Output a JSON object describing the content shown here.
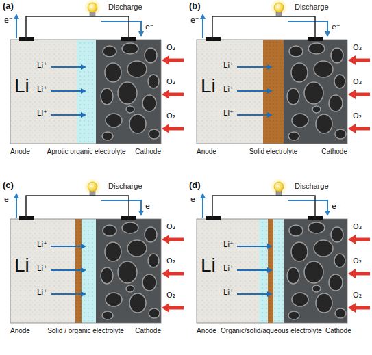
{
  "diagram": {
    "nodes": [
      {
        "text": [
          "Li",
          "Li⁺",
          "Li⁺",
          "Li⁺",
          "Anode"
        ]
      },
      {
        "text": [
          "Aprotic organic electrolyte"
        ]
      },
      {
        "text": [
          "Cathode"
        ]
      },
      {
        "text": [
          "Li",
          "Li⁺",
          "Li⁺",
          "Li⁺",
          "Anode"
        ]
      },
      {
        "text": [
          "Solid electrolyte"
        ]
      },
      {
        "text": [
          "Cathode"
        ]
      },
      {
        "text": [
          "Li",
          "Li⁺",
          "Li⁺",
          "Li⁺",
          "Anode"
        ]
      },
      {
        "text": [
          "Solid / organic electrolyte"
        ]
      },
      {
        "text": [
          "Cathode"
        ]
      },
      {
        "text": [
          "Li",
          "Li⁺",
          "Li⁺",
          "Li⁺",
          "Anode"
        ]
      },
      {
        "text": [
          "Organic/solid/aqueous electrolyte"
        ]
      },
      {
        "text": [
          "Cathode"
        ]
      }
    ],
    "edges": [
      {
        "from": 0,
        "to": 2,
        "arrow": "none"
      },
      {
        "from": 3,
        "to": 5,
        "arrow": "none"
      },
      {
        "from": 6,
        "to": 8,
        "arrow": "none"
      },
      {
        "from": 9,
        "to": 11,
        "arrow": "none"
      }
    ],
    "labels": [
      "(a)",
      "e⁻",
      "Discharge",
      "e⁻",
      "O₂",
      "O₂",
      "O₂",
      "(b)",
      "e⁻",
      "Discharge",
      "e⁻",
      "O₂",
      "O₂",
      "O₂",
      "(c)",
      "e⁻",
      "Discharge",
      "e⁻",
      "O₂",
      "O₂",
      "O₂",
      "(d)",
      "e⁻",
      "Discharge",
      "e⁻",
      "O₂",
      "O₂",
      "O₂"
    ]
  }
}
